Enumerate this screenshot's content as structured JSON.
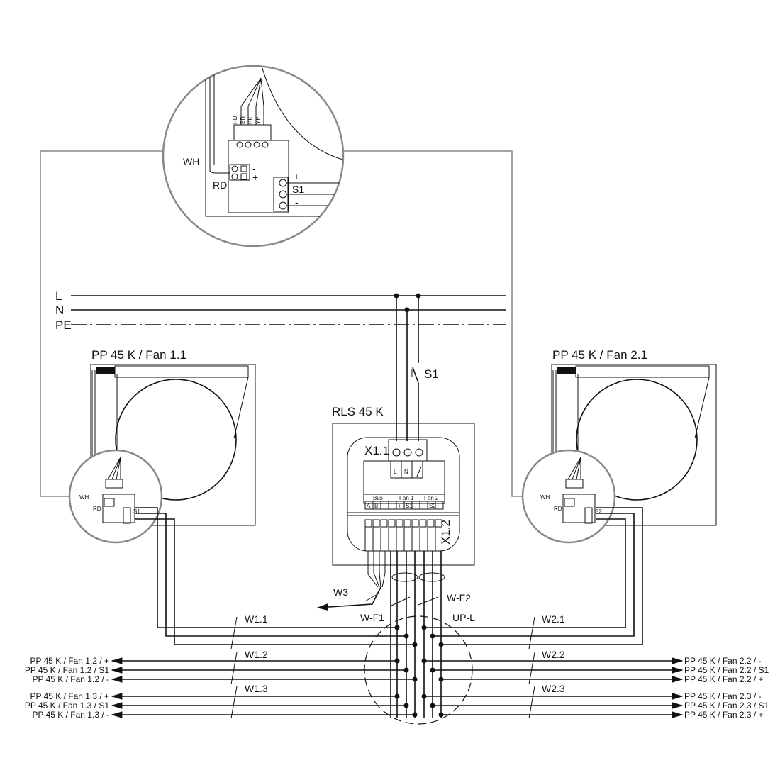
{
  "mains": {
    "L": "L",
    "N": "N",
    "PE": "PE"
  },
  "detail": {
    "wires": [
      "RD",
      "BR",
      "BK",
      "YE"
    ],
    "wh": "WH",
    "rd": "RD",
    "minus": "-",
    "plus": "+",
    "s1": "S1"
  },
  "fan_left": {
    "title": "PP 45 K / Fan 1.1",
    "wh": "WH",
    "rd": "RD",
    "s": "S1"
  },
  "fan_right": {
    "title": "PP 45 K / Fan 2.1",
    "wh": "WH",
    "rd": "RD",
    "s": "S2"
  },
  "controller": {
    "title": "RLS 45 K",
    "x11": "X1.1",
    "x12": "X1.2",
    "x11_terms": [
      "L",
      "N"
    ],
    "groups": [
      "Bus",
      "Fan 1",
      "Fan 2"
    ],
    "terms": [
      "A",
      "B",
      "+",
      "-",
      "+",
      "S1",
      "-",
      "+",
      "S2",
      "-"
    ]
  },
  "switch_label": "S1",
  "cables": {
    "w3": "W3",
    "wf1": "W-F1",
    "wf2": "W-F2",
    "upl": "UP-L",
    "w11": "W1.1",
    "w12": "W1.2",
    "w13": "W1.3",
    "w21": "W2.1",
    "w22": "W2.2",
    "w23": "W2.3"
  },
  "left_targets": [
    "PP 45 K / Fan 1.2 / +",
    "PP 45 K / Fan 1.2 / S1",
    "PP 45 K / Fan 1.2 / -",
    "PP 45 K / Fan 1.3 / +",
    "PP 45 K / Fan 1.3 / S1",
    "PP 45 K / Fan 1.3 / -"
  ],
  "right_targets": [
    "PP 45 K / Fan 2.2 / -",
    "PP 45 K / Fan 2.2 / S1",
    "PP 45 K / Fan 2.2 / +",
    "PP 45 K / Fan 2.3 / -",
    "PP 45 K / Fan 2.3 / S1",
    "PP 45 K / Fan 2.3 / +"
  ]
}
